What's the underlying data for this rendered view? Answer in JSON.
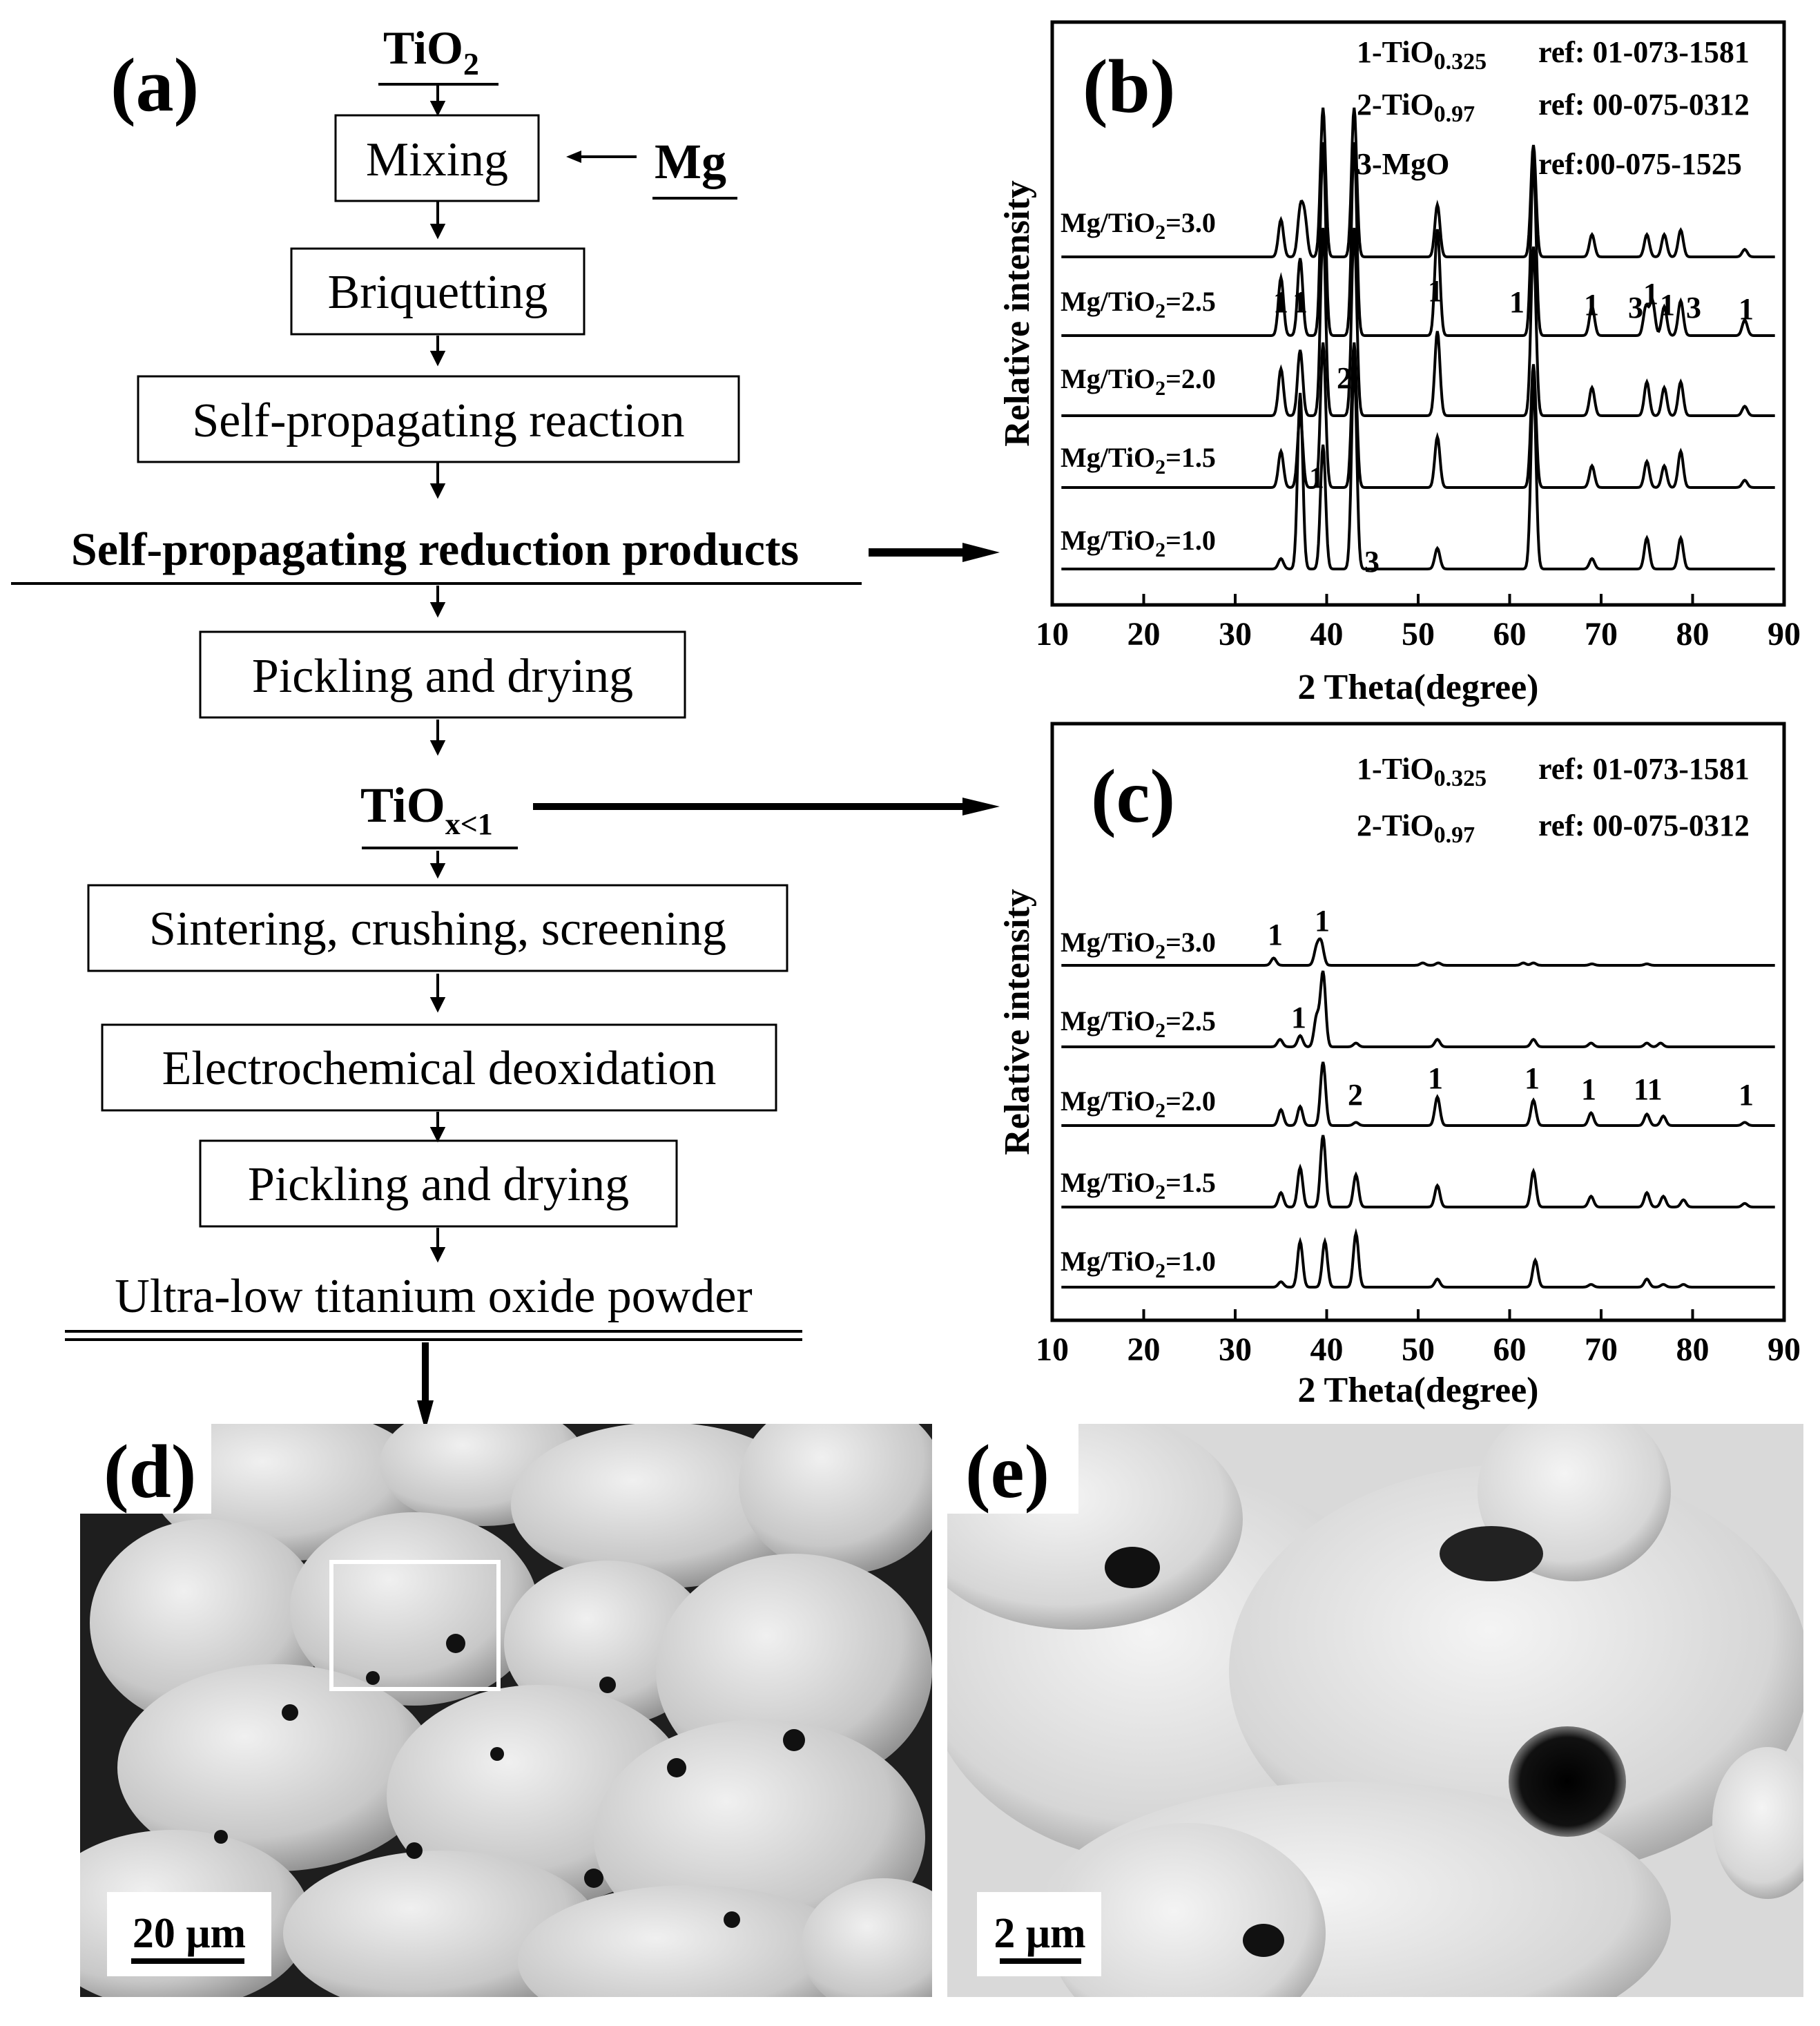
{
  "panel_a": {
    "letter": "(a)",
    "top_input": "TiO",
    "top_input_sub": "2",
    "side_input": "Mg",
    "steps": [
      "Mixing",
      "Briquetting",
      "Self-propagating reaction",
      "Self-propagating reduction products",
      "Pickling and drying",
      "TiO",
      "Sintering, crushing, screening",
      "Electrochemical deoxidation",
      "Pickling and drying",
      "Ultra-low titanium oxide powder"
    ],
    "tiox_sub": "x<1"
  },
  "panel_b": {
    "letter": "(b)",
    "refs": [
      {
        "label": "1-TiO",
        "sub": "0.325",
        "ref": "ref: 01-073-1581"
      },
      {
        "label": "2-TiO",
        "sub": "0.97",
        "ref": "ref: 00-075-0312"
      },
      {
        "label": "3-MgO",
        "sub": "",
        "ref": "ref:00-075-1525"
      }
    ],
    "peak_labels": [
      "1",
      "1",
      "1",
      "1",
      "1",
      "3",
      "1",
      "1",
      "3",
      "1",
      "2",
      "1",
      "3"
    ]
  },
  "panel_c": {
    "letter": "(c)",
    "refs": [
      {
        "label": "1-TiO",
        "sub": "0.325",
        "ref": "ref: 01-073-1581"
      },
      {
        "label": "2-TiO",
        "sub": "0.97",
        "ref": "ref: 00-075-0312"
      }
    ],
    "peak_labels": [
      "1",
      "1",
      "1",
      "2",
      "1",
      "1",
      "1",
      "11",
      "1"
    ]
  },
  "panel_d": {
    "letter": "(d)",
    "scale": "20 μm"
  },
  "panel_e": {
    "letter": "(e)",
    "scale": "2 μm"
  },
  "chart_data": [
    {
      "type": "line",
      "panel": "(b)",
      "xlabel": "2 Theta(degree)",
      "ylabel": "Relative intensity",
      "xlim": [
        10,
        90
      ],
      "xticks": [
        10,
        20,
        30,
        40,
        50,
        60,
        70,
        80,
        90
      ],
      "series": [
        {
          "name": "Mg/TiO2=3.0",
          "prefix": "Mg/TiO",
          "sub": "2",
          "suffix": "=3.0",
          "peaks": [
            [
              35.0,
              0.25
            ],
            [
              37.1,
              0.3
            ],
            [
              37.6,
              0.25
            ],
            [
              39.6,
              1.0
            ],
            [
              43.0,
              1.0
            ],
            [
              52.1,
              0.35
            ],
            [
              62.6,
              0.75
            ],
            [
              69.0,
              0.15
            ],
            [
              75.0,
              0.15
            ],
            [
              76.9,
              0.15
            ],
            [
              78.7,
              0.18
            ],
            [
              85.7,
              0.05
            ]
          ]
        },
        {
          "name": "Mg/TiO2=2.5",
          "prefix": "Mg/TiO",
          "sub": "2",
          "suffix": "=2.5",
          "peaks": [
            [
              35.0,
              0.3
            ],
            [
              37.1,
              0.4
            ],
            [
              39.6,
              1.0
            ],
            [
              43.0,
              1.0
            ],
            [
              52.1,
              0.55
            ],
            [
              62.6,
              0.9
            ],
            [
              69.0,
              0.15
            ],
            [
              74.9,
              0.15
            ],
            [
              75.6,
              0.18
            ],
            [
              76.9,
              0.15
            ],
            [
              78.7,
              0.18
            ],
            [
              85.7,
              0.08
            ]
          ]
        },
        {
          "name": "Mg/TiO2=2.0",
          "prefix": "Mg/TiO",
          "sub": "2",
          "suffix": "=2.0",
          "peaks": [
            [
              35.0,
              0.25
            ],
            [
              37.1,
              0.35
            ],
            [
              39.6,
              1.0
            ],
            [
              43.0,
              1.0
            ],
            [
              52.1,
              0.45
            ],
            [
              62.6,
              0.9
            ],
            [
              69.0,
              0.15
            ],
            [
              75.0,
              0.18
            ],
            [
              76.9,
              0.15
            ],
            [
              78.7,
              0.18
            ],
            [
              85.7,
              0.05
            ]
          ]
        },
        {
          "name": "Mg/TiO2=1.5",
          "prefix": "Mg/TiO",
          "sub": "2",
          "suffix": "=1.5",
          "peaks": [
            [
              35.0,
              0.25
            ],
            [
              37.1,
              0.5
            ],
            [
              39.6,
              1.0
            ],
            [
              43.0,
              1.0
            ],
            [
              52.1,
              0.35
            ],
            [
              62.6,
              0.85
            ],
            [
              69.0,
              0.15
            ],
            [
              75.0,
              0.18
            ],
            [
              76.9,
              0.15
            ],
            [
              78.7,
              0.25
            ],
            [
              85.7,
              0.05
            ]
          ]
        },
        {
          "name": "Mg/TiO2=1.0",
          "prefix": "Mg/TiO",
          "sub": "2",
          "suffix": "=1.0",
          "peaks": [
            [
              35.0,
              0.05
            ],
            [
              37.1,
              0.85
            ],
            [
              39.6,
              0.6
            ],
            [
              43.0,
              1.0
            ],
            [
              52.1,
              0.1
            ],
            [
              62.6,
              0.9
            ],
            [
              69.0,
              0.05
            ],
            [
              75.0,
              0.15
            ],
            [
              78.7,
              0.15
            ]
          ]
        }
      ]
    },
    {
      "type": "line",
      "panel": "(c)",
      "xlabel": "2 Theta(degree)",
      "ylabel": "Relative intensity",
      "xlim": [
        10,
        90
      ],
      "xticks": [
        10,
        20,
        30,
        40,
        50,
        60,
        70,
        80,
        90
      ],
      "series": [
        {
          "name": "Mg/TiO2=3.0",
          "prefix": "Mg/TiO",
          "sub": "2",
          "suffix": "=3.0",
          "peaks": [
            [
              34.2,
              0.15
            ],
            [
              38.9,
              0.35
            ],
            [
              39.4,
              0.45
            ],
            [
              50.5,
              0.05
            ],
            [
              52.2,
              0.05
            ],
            [
              61.5,
              0.05
            ],
            [
              62.6,
              0.05
            ],
            [
              69.0,
              0.03
            ],
            [
              75.0,
              0.03
            ]
          ]
        },
        {
          "name": "Mg/TiO2=2.5",
          "prefix": "Mg/TiO",
          "sub": "2",
          "suffix": "=2.5",
          "peaks": [
            [
              34.9,
              0.1
            ],
            [
              37.1,
              0.15
            ],
            [
              38.9,
              0.4
            ],
            [
              39.6,
              1.0
            ],
            [
              43.2,
              0.05
            ],
            [
              52.1,
              0.1
            ],
            [
              62.6,
              0.1
            ],
            [
              68.9,
              0.05
            ],
            [
              75.0,
              0.05
            ],
            [
              76.5,
              0.05
            ]
          ]
        },
        {
          "name": "Mg/TiO2=2.0",
          "prefix": "Mg/TiO",
          "sub": "2",
          "suffix": "=2.0",
          "peaks": [
            [
              35.0,
              0.25
            ],
            [
              37.1,
              0.3
            ],
            [
              39.6,
              1.0
            ],
            [
              43.2,
              0.05
            ],
            [
              52.1,
              0.45
            ],
            [
              62.6,
              0.4
            ],
            [
              68.9,
              0.2
            ],
            [
              75.0,
              0.18
            ],
            [
              76.8,
              0.15
            ],
            [
              85.7,
              0.05
            ]
          ]
        },
        {
          "name": "Mg/TiO2=1.5",
          "prefix": "Mg/TiO",
          "sub": "2",
          "suffix": "=1.5",
          "peaks": [
            [
              35.0,
              0.2
            ],
            [
              37.1,
              0.55
            ],
            [
              39.6,
              1.0
            ],
            [
              43.2,
              0.45
            ],
            [
              52.1,
              0.3
            ],
            [
              62.6,
              0.5
            ],
            [
              68.9,
              0.15
            ],
            [
              75.0,
              0.2
            ],
            [
              76.8,
              0.15
            ],
            [
              79.0,
              0.1
            ],
            [
              85.7,
              0.05
            ]
          ]
        },
        {
          "name": "Mg/TiO2=1.0",
          "prefix": "Mg/TiO",
          "sub": "2",
          "suffix": "=1.0",
          "peaks": [
            [
              35.0,
              0.1
            ],
            [
              37.1,
              0.85
            ],
            [
              39.8,
              0.85
            ],
            [
              43.2,
              1.0
            ],
            [
              52.1,
              0.15
            ],
            [
              62.8,
              0.5
            ],
            [
              68.9,
              0.05
            ],
            [
              75.0,
              0.15
            ],
            [
              76.8,
              0.05
            ],
            [
              79.0,
              0.05
            ]
          ]
        }
      ]
    }
  ]
}
